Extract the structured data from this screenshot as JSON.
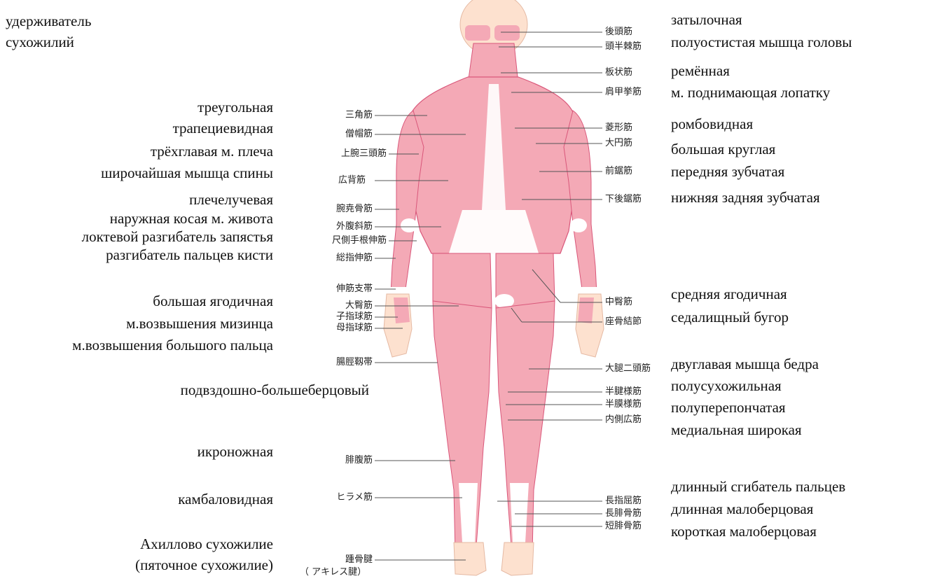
{
  "labels_ru_left": [
    {
      "id": "retinaculum",
      "text": "удерживатель"
    },
    {
      "id": "retinaculum2",
      "text": "сухожилий"
    },
    {
      "id": "deltoid",
      "text": "треугольная"
    },
    {
      "id": "trapezius",
      "text": "трапециевидная"
    },
    {
      "id": "triceps",
      "text": "трёхглавая м. плеча"
    },
    {
      "id": "latissimus",
      "text": "широчайшая мышца спины"
    },
    {
      "id": "brachioradialis",
      "text": "плечелучевая"
    },
    {
      "id": "ext-oblique",
      "text": "наружная косая м. живота"
    },
    {
      "id": "ecu",
      "text": "локтевой разгибатель запястья"
    },
    {
      "id": "ed",
      "text": "разгибатель пальцев кисти"
    },
    {
      "id": "gmax",
      "text": "большая ягодичная"
    },
    {
      "id": "hypothenar",
      "text": "м.возвышения мизинца"
    },
    {
      "id": "thenar",
      "text": "м.возвышения большого пальца"
    },
    {
      "id": "itband",
      "text": "подвздошно-большеберцовый"
    },
    {
      "id": "gastro",
      "text": "икроножная"
    },
    {
      "id": "soleus",
      "text": "камбаловидная"
    },
    {
      "id": "achilles1",
      "text": "Ахиллово сухожилие"
    },
    {
      "id": "achilles2",
      "text": "(пяточное сухожилие)"
    }
  ],
  "labels_ru_right": [
    {
      "id": "occipital",
      "text": "затылочная"
    },
    {
      "id": "semispinalis",
      "text": "полуостистая мышца головы"
    },
    {
      "id": "splenius",
      "text": "ремённая"
    },
    {
      "id": "levator",
      "text": "м. поднимающая лопатку"
    },
    {
      "id": "rhomboid",
      "text": "ромбовидная"
    },
    {
      "id": "teres",
      "text": "большая круглая"
    },
    {
      "id": "serratus",
      "text": "передняя зубчатая"
    },
    {
      "id": "spi",
      "text": "нижняя задняя зубчатая"
    },
    {
      "id": "gmed",
      "text": "средняя ягодичная"
    },
    {
      "id": "ischial",
      "text": "седалищный бугор"
    },
    {
      "id": "biceps-f",
      "text": "двуглавая мышца бедра"
    },
    {
      "id": "semitend",
      "text": "полусухожильная"
    },
    {
      "id": "semimemb",
      "text": "полуперепончатая"
    },
    {
      "id": "vmed",
      "text": "медиальная широкая"
    },
    {
      "id": "fdl",
      "text": "длинный сгибатель пальцев"
    },
    {
      "id": "pl",
      "text": "длинная малоберцовая"
    },
    {
      "id": "pb",
      "text": "короткая малоберцовая"
    }
  ],
  "labels_jp_left": [
    {
      "id": "deltoid",
      "text": "三角筋"
    },
    {
      "id": "trapezius",
      "text": "僧帽筋"
    },
    {
      "id": "triceps",
      "text": "上腕三頭筋"
    },
    {
      "id": "latissimus",
      "text": "広背筋"
    },
    {
      "id": "brachioradialis",
      "text": "腕尭骨筋"
    },
    {
      "id": "ext-oblique",
      "text": "外腹斜筋"
    },
    {
      "id": "ecu",
      "text": "尺側手根伸筋"
    },
    {
      "id": "ed",
      "text": "総指伸筋"
    },
    {
      "id": "retinaculum",
      "text": "伸筋支帯"
    },
    {
      "id": "gmax",
      "text": "大臀筋"
    },
    {
      "id": "hypothenar",
      "text": "子指球筋"
    },
    {
      "id": "thenar",
      "text": "母指球筋"
    },
    {
      "id": "itband",
      "text": "腸脛靱帯"
    },
    {
      "id": "gastro",
      "text": "腓腹筋"
    },
    {
      "id": "soleus",
      "text": "ヒラメ筋"
    },
    {
      "id": "achilles",
      "text": "踵骨腱"
    },
    {
      "id": "achilles-sub",
      "text": "（ アキレス腱）"
    }
  ],
  "labels_jp_right": [
    {
      "id": "occipital",
      "text": "後頭筋"
    },
    {
      "id": "semispinalis",
      "text": "頭半棘筋"
    },
    {
      "id": "splenius",
      "text": "板状筋"
    },
    {
      "id": "levator",
      "text": "肩甲挙筋"
    },
    {
      "id": "rhomboid",
      "text": "菱形筋"
    },
    {
      "id": "teres",
      "text": "大円筋"
    },
    {
      "id": "serratus",
      "text": "前鋸筋"
    },
    {
      "id": "spi",
      "text": "下後鋸筋"
    },
    {
      "id": "gmed",
      "text": "中臀筋"
    },
    {
      "id": "ischial",
      "text": "座骨結節"
    },
    {
      "id": "biceps-f",
      "text": "大腿二頭筋"
    },
    {
      "id": "semitend",
      "text": "半腱様筋"
    },
    {
      "id": "semimemb",
      "text": "半膜様筋"
    },
    {
      "id": "vmed",
      "text": "内側広筋"
    },
    {
      "id": "fdl",
      "text": "長指屈筋"
    },
    {
      "id": "pl",
      "text": "長腓骨筋"
    },
    {
      "id": "pb",
      "text": "短腓骨筋"
    }
  ],
  "colors": {
    "muscle": "#f4a9b6",
    "muscle_dark": "#d9577a",
    "skin": "#fde1cf",
    "tendon": "#ffffff",
    "line": "#555555"
  }
}
